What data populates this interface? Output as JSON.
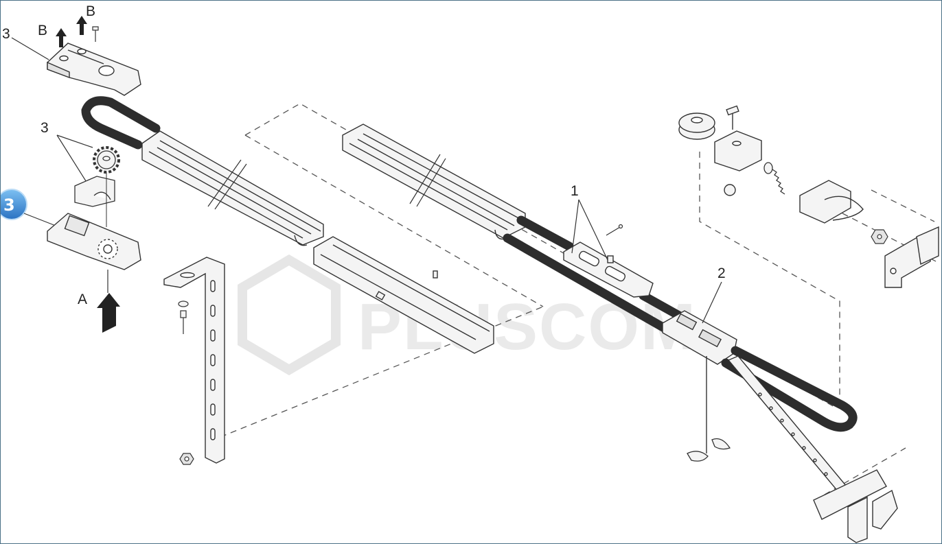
{
  "diagram": {
    "labels": {
      "label_3_top": "3",
      "label_b_left": "B",
      "label_b_top": "B",
      "label_3_mid": "3",
      "label_a": "A",
      "label_1": "1",
      "label_2": "2"
    },
    "step_badge": "3",
    "watermark": "PLUSCOM"
  },
  "colors": {
    "line": "#333333",
    "chain": "#2d2d2d",
    "part_fill": "#f4f4f4",
    "badge": "#3d8fd6",
    "frame_border": "#4a6f86"
  }
}
